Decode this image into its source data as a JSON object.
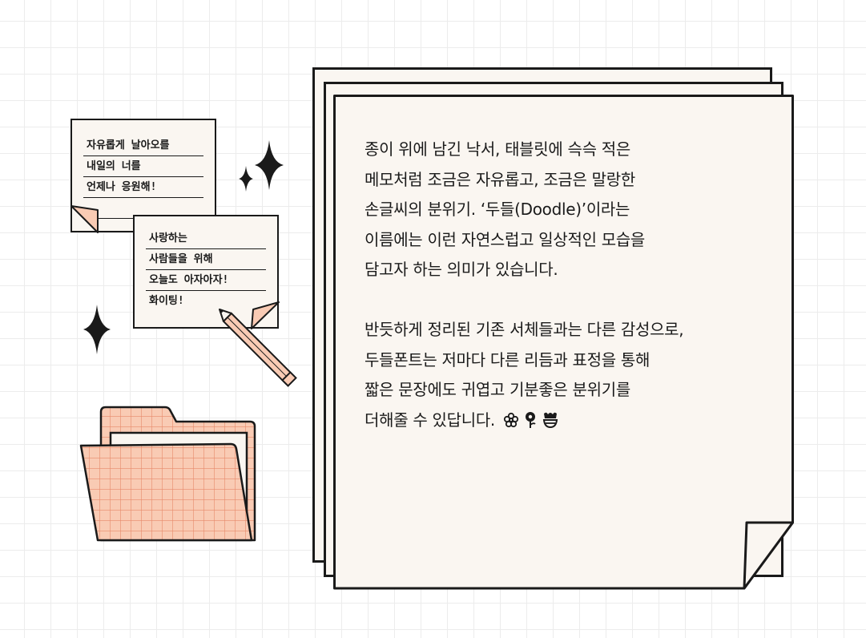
{
  "colors": {
    "outline": "#1a1a1a",
    "paper": "#faf6f1",
    "accent_peach": "#f9cbb4",
    "accent_grid": "#e8896a"
  },
  "note_top": {
    "lines": [
      "자유롭게 날아오를",
      "내일의 너를",
      "언제나 응원해!"
    ]
  },
  "note_bottom": {
    "lines": [
      "사랑하는",
      "사람들을 위해",
      "오늘도 아자아자!",
      "화이팅!"
    ]
  },
  "paragraph1": [
    "종이 위에 남긴 낙서, 태블릿에 슥슥 적은",
    "메모처럼 조금은 자유롭고, 조금은 말랑한",
    "손글씨의 분위기. ‘두들(Doodle)’이라는",
    "이름에는 이런 자연스럽고 일상적인 모습을",
    "담고자 하는 의미가 있습니다."
  ],
  "paragraph2": [
    "반듯하게 정리된 기존 서체들과는 다른 감성으로,",
    "두들폰트는 저마다 다른 리듬과 표정을 통해",
    "짧은 문장에도 귀엽고 기분좋은 분위기를",
    "더해줄 수 있답니다."
  ],
  "icons": [
    "sparkle-large-icon",
    "sparkle-small-icon",
    "sparkle-left-icon",
    "pencil-icon",
    "folder-icon",
    "flower-icon",
    "tulip-icon"
  ]
}
